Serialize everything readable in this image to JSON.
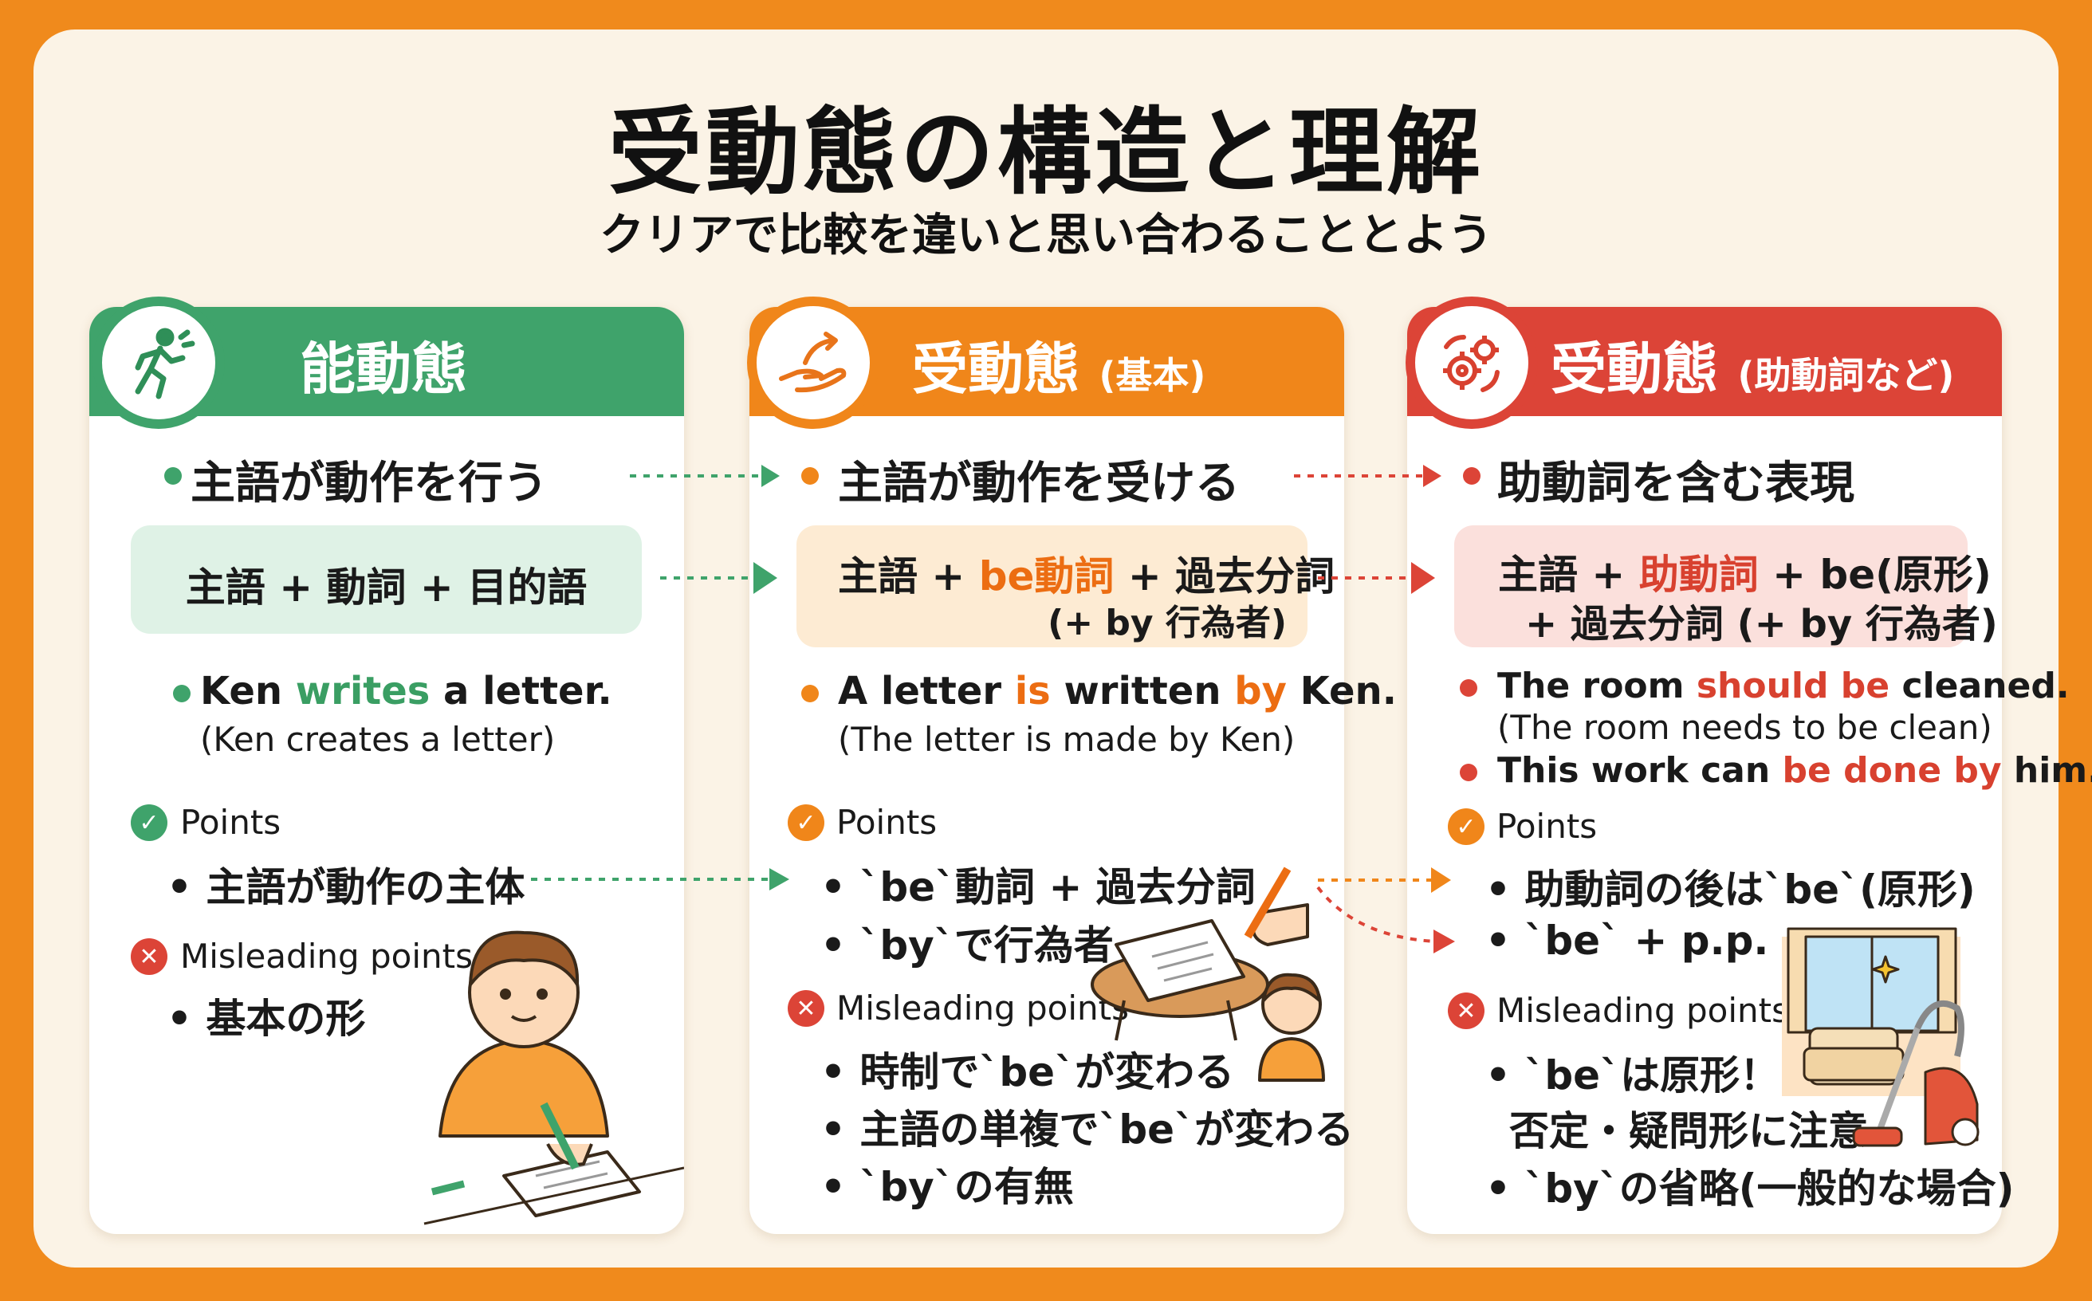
{
  "title": "受動態の構造と理解",
  "subtitle": "クリアで比較を違いと思い合わることとよう",
  "colors": {
    "green": "#3fa36b",
    "orange": "#f0861a",
    "red": "#dc4437",
    "frame": "#f08a1c",
    "panel": "#fbf3e6"
  },
  "cards": [
    {
      "title": "能動態",
      "icon": "running-person-icon",
      "heading": "主語が動作を行う",
      "formula": [
        "主語 + 動詞 + 目的語"
      ],
      "example": [
        "Ken ",
        "writes",
        " a letter."
      ],
      "note": "(Ken creates a letter)",
      "points_label": "Points",
      "points": [
        "主語が動作の主体"
      ],
      "mis_label": "Misleading points",
      "mis": [
        "基本の形"
      ]
    },
    {
      "title": "受動態",
      "title_sub": "(基本)",
      "icon": "hand-arrow-icon",
      "heading": "主語が動作を受ける",
      "formula": [
        "主語 + ",
        "be動詞",
        " + 過去分詞",
        "(+ by 行為者)"
      ],
      "example": [
        "A letter ",
        "is",
        " written ",
        "by",
        " Ken."
      ],
      "note": "(The letter is made by Ken)",
      "points_label": "Points",
      "points": [
        "`be`動詞 + 過去分詞",
        "`by`で行為者"
      ],
      "mis_label": "Misleading points",
      "mis": [
        "時制で`be`が変わる",
        "主語の単複で`be`が変わる",
        "`by`の有無"
      ]
    },
    {
      "title": "受動態",
      "title_sub": "(助動詞など)",
      "icon": "gears-icon",
      "heading": "助動詞を含む表現",
      "formula": [
        "主語 + ",
        "助動詞",
        " + be(原形)",
        "+ 過去分詞 (+ by 行為者)"
      ],
      "example": [
        "The room ",
        "should be",
        " cleaned."
      ],
      "note": "(The room needs to be clean)",
      "example2": [
        "This work can ",
        "be done by",
        " him."
      ],
      "points_label": "Points",
      "points": [
        "助動詞の後は`be`(原形)",
        "`be` + p.p."
      ],
      "mis_label": "Misleading points",
      "mis": [
        "`be`は原形！",
        "否定・疑問形に注意",
        "`by`の省略(一般的な場合)"
      ]
    }
  ]
}
